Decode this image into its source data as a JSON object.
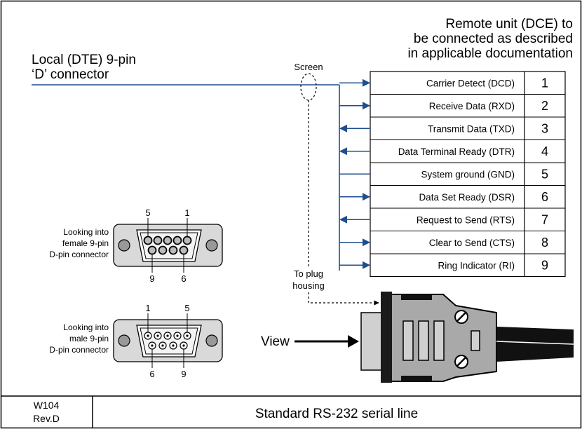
{
  "header": {
    "local_connector": [
      "Local (DTE) 9-pin",
      "‘D’ connector"
    ],
    "remote_unit": [
      "Remote unit (DCE) to",
      "be connected as described",
      "in applicable documentation"
    ]
  },
  "screen_label": "Screen",
  "plug_label": [
    "To plug",
    "housing"
  ],
  "view_label": "View",
  "signals": [
    {
      "name": "Carrier Detect (DCD)",
      "pin": "1",
      "direction": "in"
    },
    {
      "name": "Receive Data (RXD)",
      "pin": "2",
      "direction": "in"
    },
    {
      "name": "Transmit Data (TXD)",
      "pin": "3",
      "direction": "out"
    },
    {
      "name": "Data Terminal Ready (DTR)",
      "pin": "4",
      "direction": "out"
    },
    {
      "name": "System ground (GND)",
      "pin": "5",
      "direction": "none"
    },
    {
      "name": "Data Set Ready (DSR)",
      "pin": "6",
      "direction": "in"
    },
    {
      "name": "Request to Send (RTS)",
      "pin": "7",
      "direction": "out"
    },
    {
      "name": "Clear to Send (CTS)",
      "pin": "8",
      "direction": "in"
    },
    {
      "name": "Ring Indicator (RI)",
      "pin": "9",
      "direction": "in"
    }
  ],
  "female_connector": {
    "caption": [
      "Looking into",
      "female 9-pin",
      "D-pin connector"
    ],
    "pin_top_left": "5",
    "pin_top_right": "1",
    "pin_bottom_left": "9",
    "pin_bottom_right": "6"
  },
  "male_connector": {
    "caption": [
      "Looking into",
      "male 9-pin",
      "D-pin connector"
    ],
    "pin_top_left": "1",
    "pin_top_right": "5",
    "pin_bottom_left": "6",
    "pin_bottom_right": "9"
  },
  "footer": {
    "doc_id": [
      "W104",
      "Rev.D"
    ],
    "title": "Standard RS-232 serial line"
  },
  "colors": {
    "wire": "#1f4e8c",
    "border": "#000000",
    "connector_fill": "#d9d9d9",
    "cable": "#111111"
  }
}
